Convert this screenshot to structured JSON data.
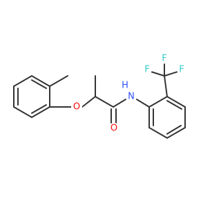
{
  "molecule": {
    "atoms": [
      {
        "id": "O-ether",
        "label": "O",
        "color": "#ff0d0d"
      },
      {
        "id": "O-carbonyl",
        "label": "O",
        "color": "#ff0d0d"
      },
      {
        "id": "N-amide",
        "label": "N",
        "color": "#3050f8"
      },
      {
        "id": "H-amide",
        "label": "H",
        "color": "#3050f8"
      },
      {
        "id": "F-top",
        "label": "F",
        "color": "#33cccc"
      },
      {
        "id": "F-left",
        "label": "F",
        "color": "#33cccc"
      },
      {
        "id": "F-right",
        "label": "F",
        "color": "#33cccc"
      }
    ],
    "bond_color": "#333333"
  }
}
